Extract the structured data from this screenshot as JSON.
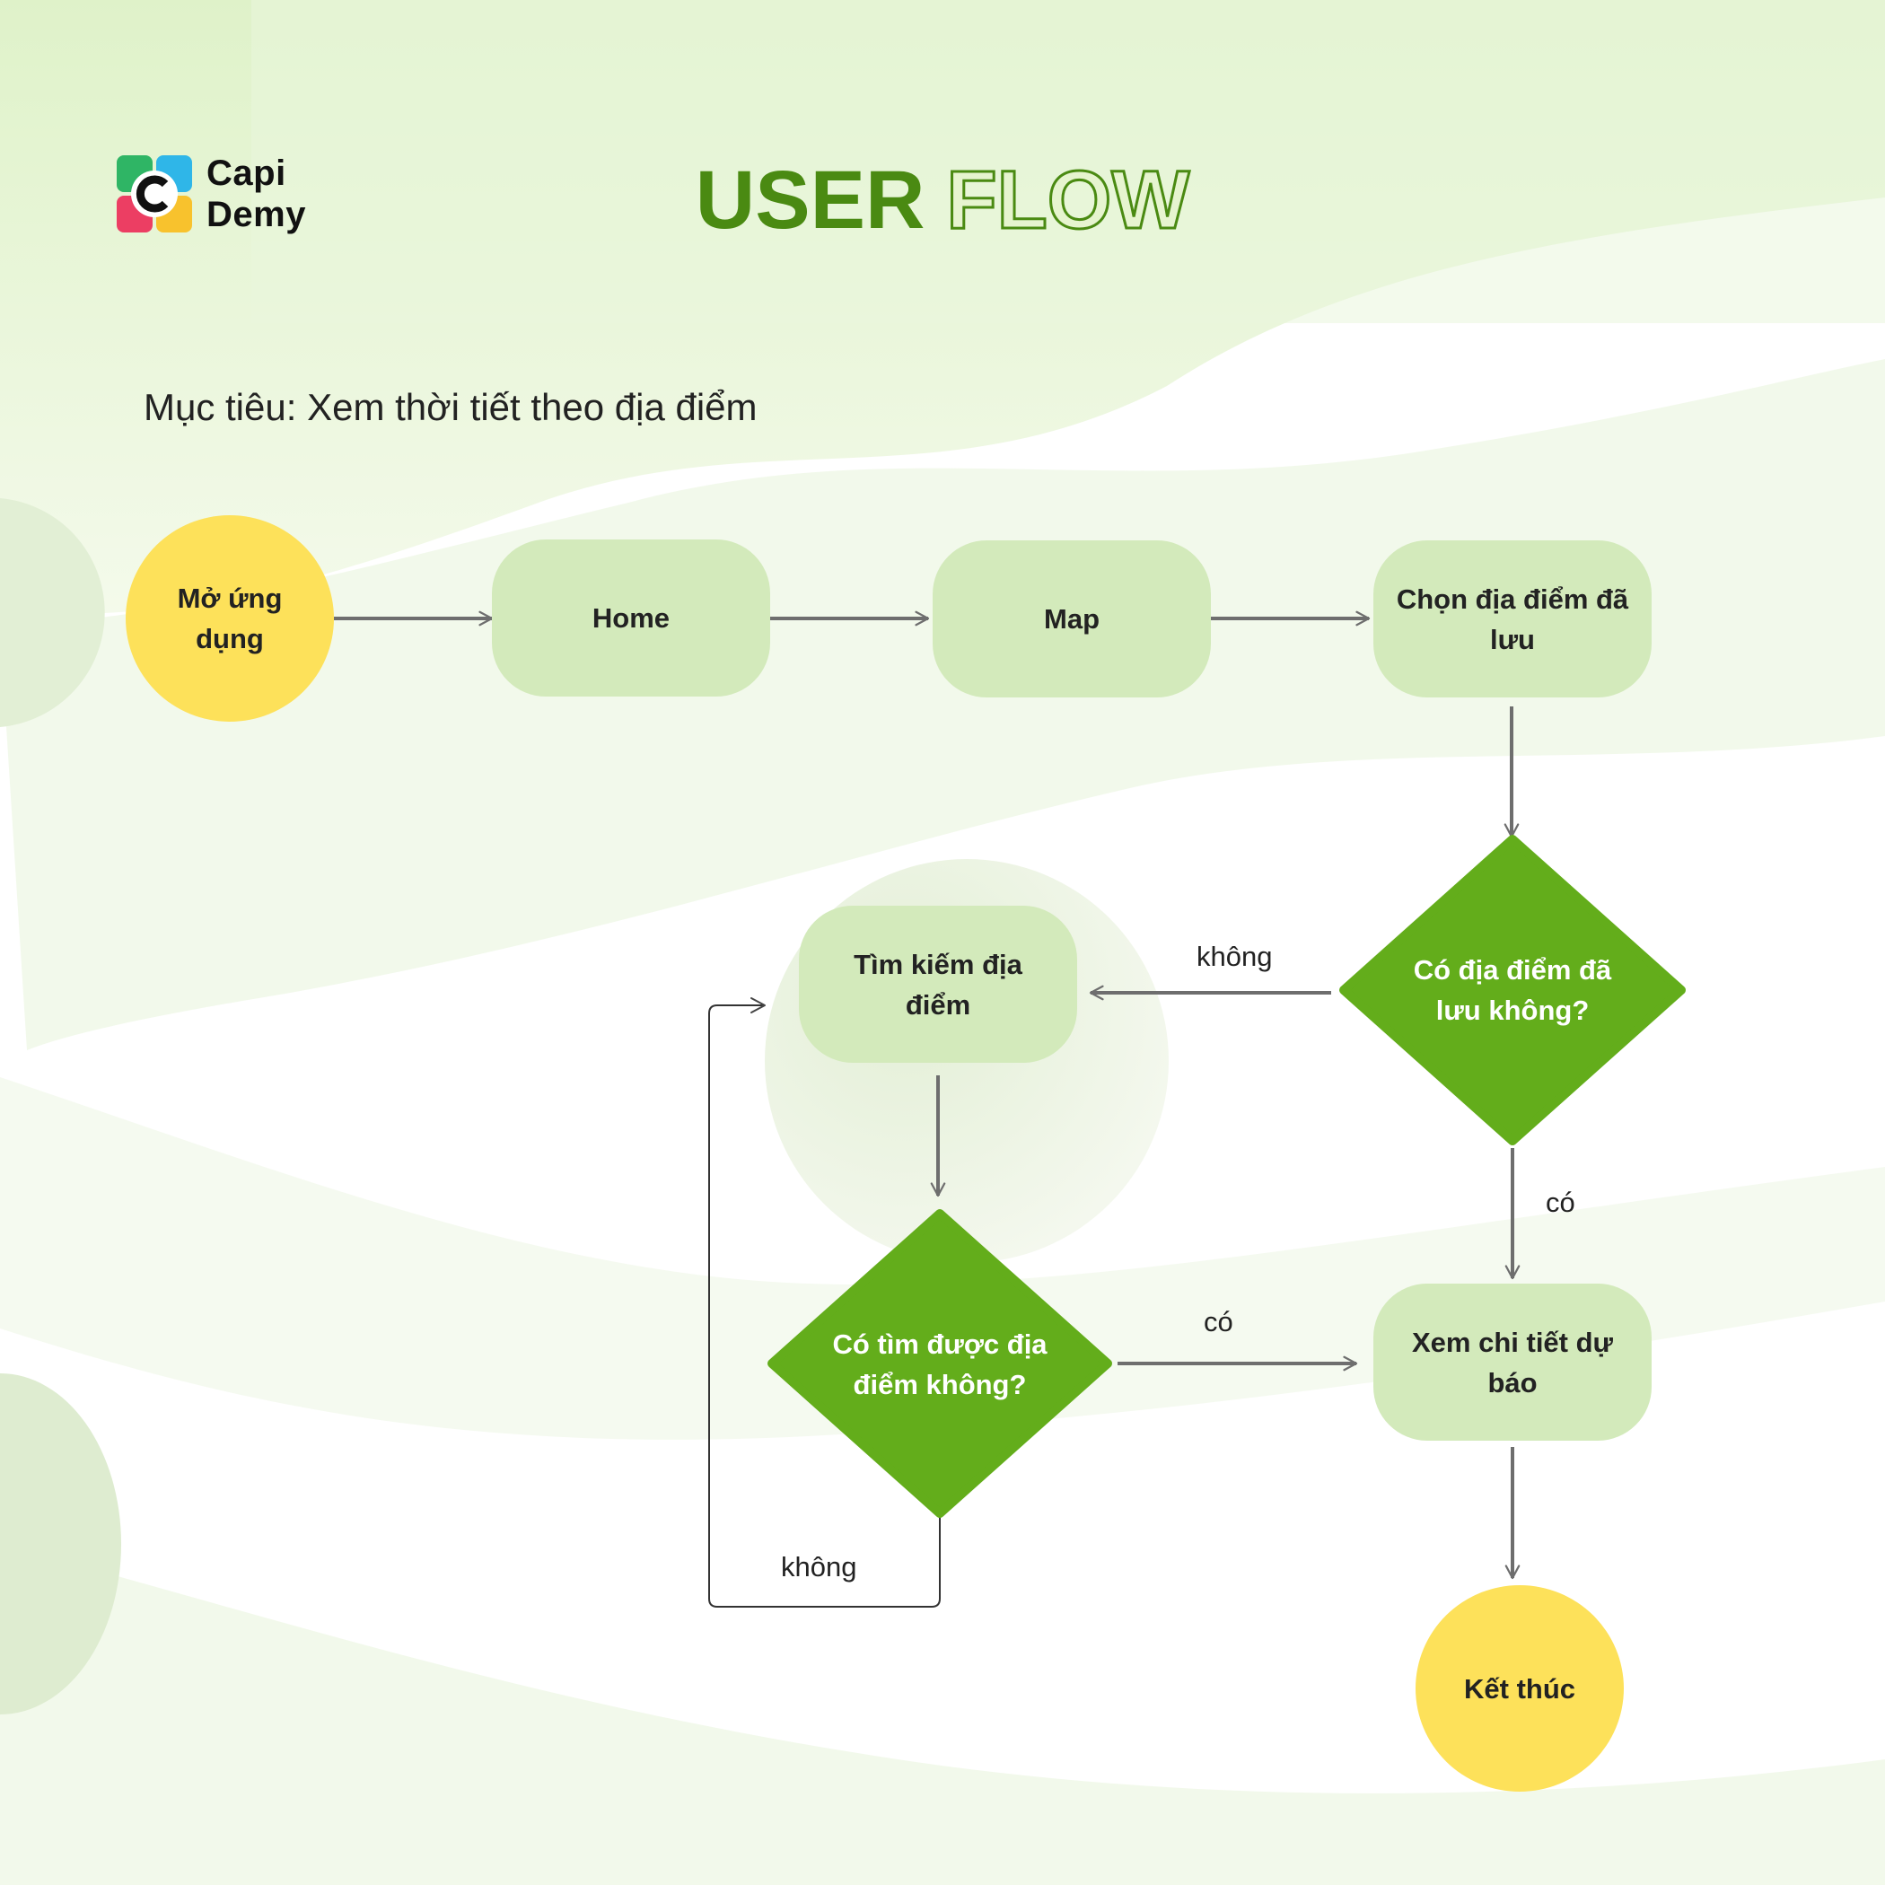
{
  "brand": {
    "line1": "Capi",
    "line2": "Demy"
  },
  "title": {
    "part1": "USER",
    "part2": "FLOW"
  },
  "goal": "Mục tiêu: Xem thời tiết theo địa điểm",
  "colors": {
    "terminal": "#fde15a",
    "process": "#d3eabb",
    "decision": "#63ad1b",
    "title_green": "#4a8a12",
    "arrow": "#6e6e6e"
  },
  "nodes": {
    "start": "Mở ứng dụng",
    "home": "Home",
    "map": "Map",
    "choose_saved": "Chọn địa điểm đã lưu",
    "has_saved": "Có địa điểm đã lưu không?",
    "search": "Tìm kiếm địa điểm",
    "found": "Có tìm được địa điểm không?",
    "forecast": "Xem chi tiết dự báo",
    "end": "Kết thúc"
  },
  "edge_labels": {
    "has_saved_no": "không",
    "has_saved_yes": "có",
    "found_yes": "có",
    "found_no": "không"
  }
}
